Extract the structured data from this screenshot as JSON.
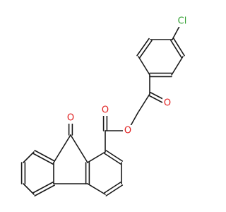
{
  "structure": {
    "atoms": [
      {
        "id": "cl",
        "label": "Cl",
        "color": "#33a033"
      },
      {
        "id": "o_ketone",
        "label": "O",
        "color": "#e02020"
      },
      {
        "id": "o_ester_carbonyl",
        "label": "O",
        "color": "#e02020"
      },
      {
        "id": "o_ester_link",
        "label": "O",
        "color": "#e02020"
      },
      {
        "id": "o_fluorenone",
        "label": "O",
        "color": "#e02020"
      }
    ]
  }
}
